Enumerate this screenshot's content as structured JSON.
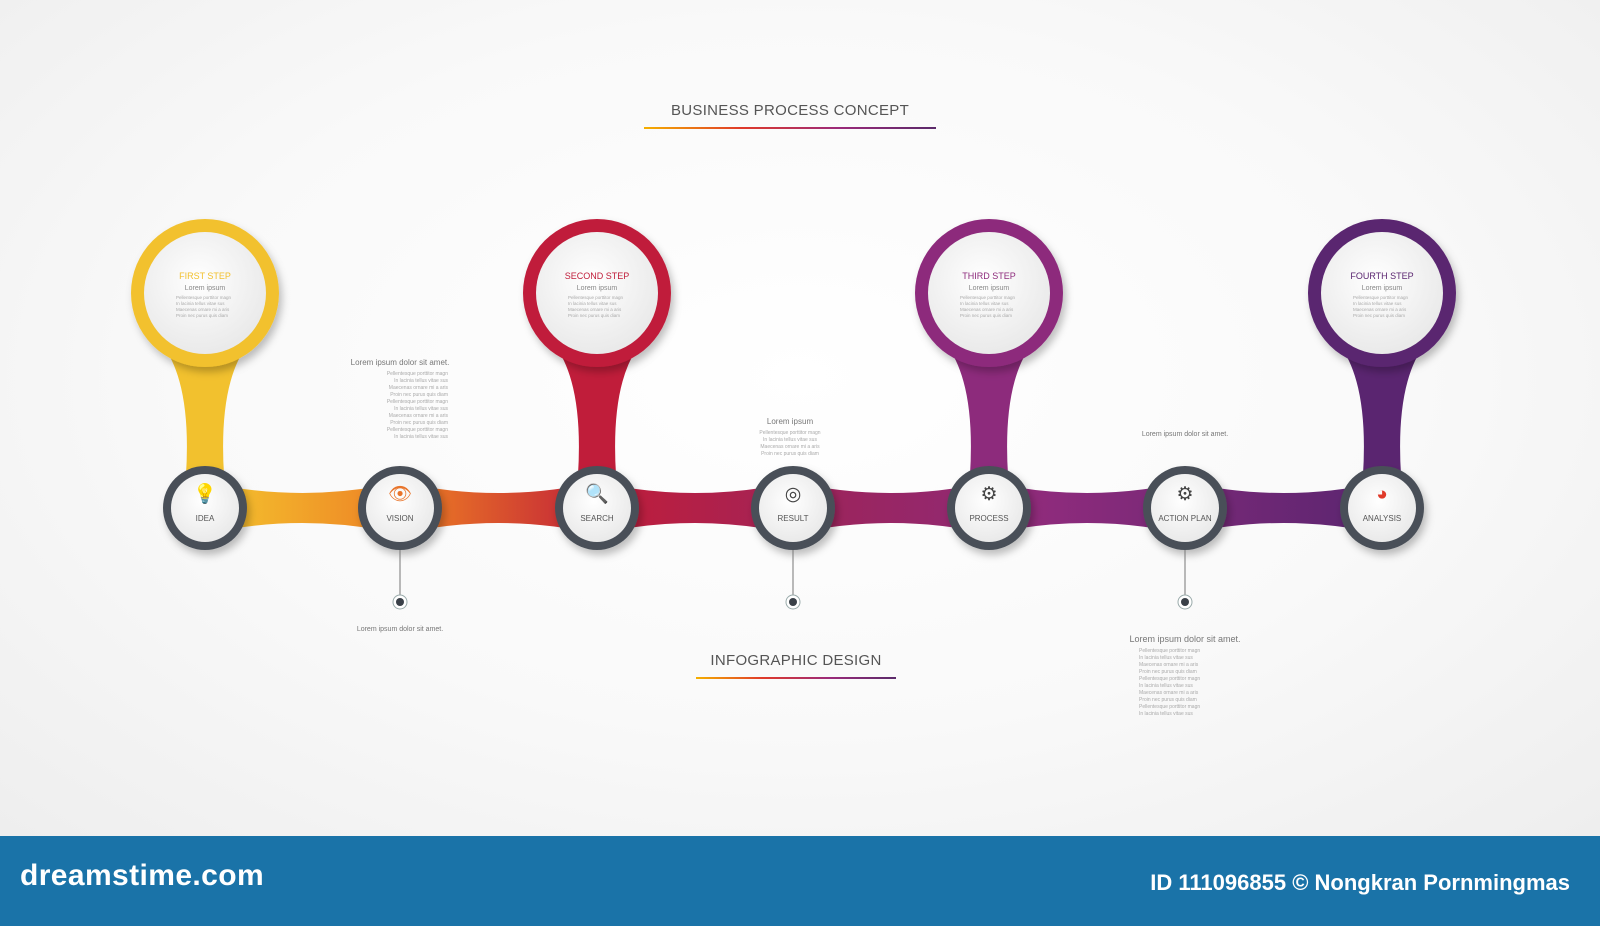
{
  "headings": {
    "top": "BUSINESS PROCESS CONCEPT",
    "bottom": "INFOGRAPHIC DESIGN"
  },
  "steps": [
    {
      "title": "FIRST STEP",
      "subtitle": "Lorem ipsum",
      "body": "Pellentesque porttitor magn\nIn lacinia tellus vitae sus\nMaecenas ornare mi a aris\nProin nec purus quis diam",
      "color": "#f2c12e"
    },
    {
      "title": "SECOND STEP",
      "subtitle": "Lorem ipsum",
      "body": "Pellentesque porttitor magn\nIn lacinia tellus vitae sus\nMaecenas ornare mi a aris\nProin nec purus quis diam",
      "color": "#c01d3a"
    },
    {
      "title": "THIRD STEP",
      "subtitle": "Lorem ipsum",
      "body": "Pellentesque porttitor magn\nIn lacinia tellus vitae sus\nMaecenas ornare mi a aris\nProin nec purus quis diam",
      "color": "#8d2b7c"
    },
    {
      "title": "FOURTH STEP",
      "subtitle": "Lorem ipsum",
      "body": "Pellentesque porttitor magn\nIn lacinia tellus vitae sus\nMaecenas ornare mi a aris\nProin nec purus quis diam",
      "color": "#5a2570"
    }
  ],
  "nodes": [
    {
      "label": "IDEA",
      "icon": "lightbulb-icon",
      "glyph": "💡",
      "color": "#f2b01e"
    },
    {
      "label": "VISION",
      "icon": "eye-bulb-icon",
      "glyph": "👁",
      "color": "#e8742a"
    },
    {
      "label": "SEARCH",
      "icon": "magnifier-icon",
      "glyph": "🔍",
      "color": "#1a8a8a"
    },
    {
      "label": "RESULT",
      "icon": "target-icon",
      "glyph": "◎",
      "color": "#444444"
    },
    {
      "label": "PROCESS",
      "icon": "gear-icon",
      "glyph": "⚙",
      "color": "#444444"
    },
    {
      "label": "ACTION PLAN",
      "icon": "presentation-gears-icon",
      "glyph": "⚙",
      "color": "#444444"
    },
    {
      "label": "ANALYSIS",
      "icon": "pie-chart-icon",
      "glyph": "◕",
      "color": "#e03a2a"
    }
  ],
  "notes": {
    "vision_top_title": "Lorem ipsum dolor sit amet.",
    "vision_top_body": "Pellentesque porttitor magn\nIn lacinia tellus vitae sus\nMaecenas ornare mi a aris\nProin nec purus quis diam\nPellentesque porttitor magn\nIn lacinia tellus vitae sus\nMaecenas ornare mi a aris\nProin nec purus quis diam\nPellentesque porttitor magn\nIn lacinia tellus vitae sus",
    "vision_bottom": "Lorem ipsum dolor sit amet.",
    "result_top_title": "Lorem ipsum",
    "result_top_body": "Pellentesque porttitor magn\nIn lacinia tellus vitae sus\nMaecenas ornare mi a aris\nProin nec purus quis diam",
    "action_top": "Lorem ipsum dolor sit amet.",
    "action_bottom_title": "Lorem ipsum dolor sit amet.",
    "action_bottom_body": "Pellentesque porttitor magn\nIn lacinia tellus vitae sus\nMaecenas ornare mi a aris\nProin nec purus quis diam\nPellentesque porttitor magn\nIn lacinia tellus vitae sus\nMaecenas ornare mi a aris\nProin nec purus quis diam\nPellentesque porttitor magn\nIn lacinia tellus vitae sus"
  },
  "footer": {
    "brand": "dreamstime.com",
    "credit": "ID 111096855 © Nongkran Pornmingmas"
  }
}
